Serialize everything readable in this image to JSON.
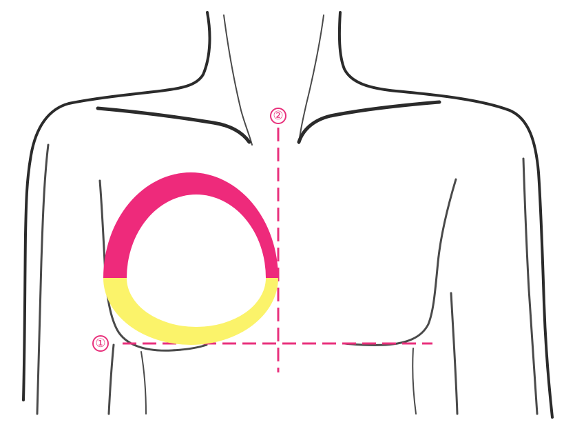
{
  "diagram": {
    "markers": [
      {
        "id": "1",
        "label": "①"
      },
      {
        "id": "2",
        "label": "②"
      }
    ],
    "ring": {
      "upper_color": "#ee2a7b",
      "lower_color": "#fbf36a"
    },
    "guide_color": "#e8317c",
    "outline_color": "#2b2b2b"
  }
}
